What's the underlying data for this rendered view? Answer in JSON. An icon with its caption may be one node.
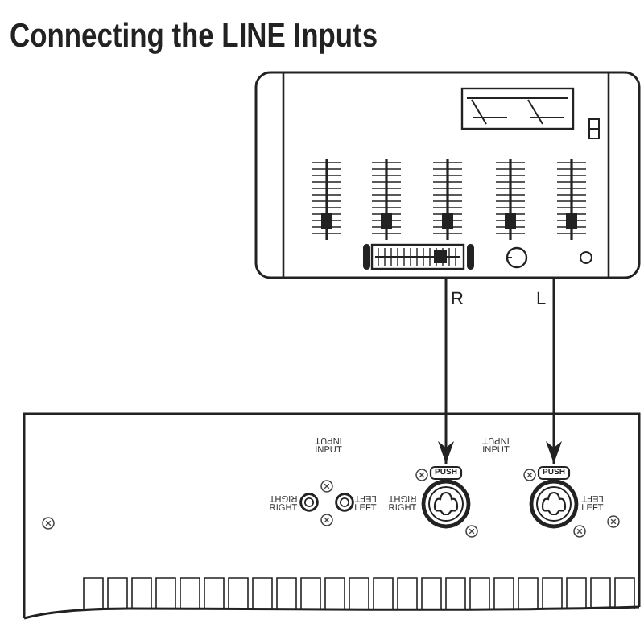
{
  "diagram": {
    "title": "Connecting the LINE Inputs",
    "nodes": [
      {
        "text": [],
        "shape": "picture"
      },
      {
        "text": [],
        "shape": "picture"
      },
      {
        "text": [
          "PUSH"
        ],
        "in": 1,
        "beside": [
          "RIGHT",
          "RIGHT"
        ]
      },
      {
        "text": [
          "PUSH"
        ],
        "in": 1,
        "beside": [
          "LEFT",
          "LEFT"
        ]
      }
    ],
    "edges": [
      {
        "from": 0,
        "to": 2,
        "arrow": "to",
        "label": "R"
      },
      {
        "from": 0,
        "to": 3,
        "arrow": "to",
        "label": "L"
      }
    ],
    "labels": [
      "INPUT",
      "INPUT",
      "INPUT",
      "INPUT",
      "RIGHT",
      "LEFT",
      "RIGHT",
      "LEFT"
    ]
  }
}
